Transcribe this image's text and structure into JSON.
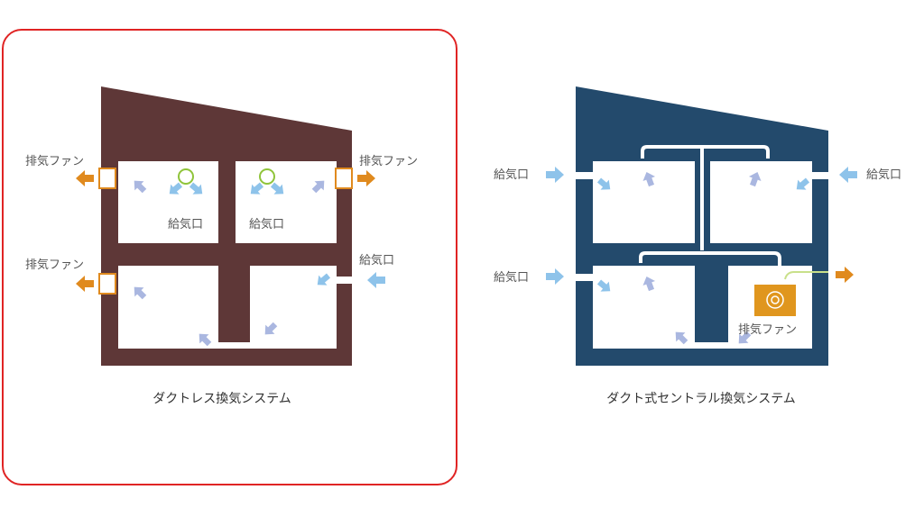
{
  "left": {
    "caption": "ダクトレス換気システム",
    "exhaust_fan_label": "排気ファン",
    "supply_label": "給気口",
    "house_color": "#5e3737"
  },
  "right": {
    "caption": "ダクト式セントラル換気システム",
    "exhaust_fan_label": "排気ファン",
    "supply_label": "給気口",
    "house_color": "#234a6c"
  },
  "colors": {
    "selection": "#e02424",
    "exhaust": "#e08a1e",
    "supply": "#8ec3ea",
    "indoor": "#aab7e0"
  }
}
